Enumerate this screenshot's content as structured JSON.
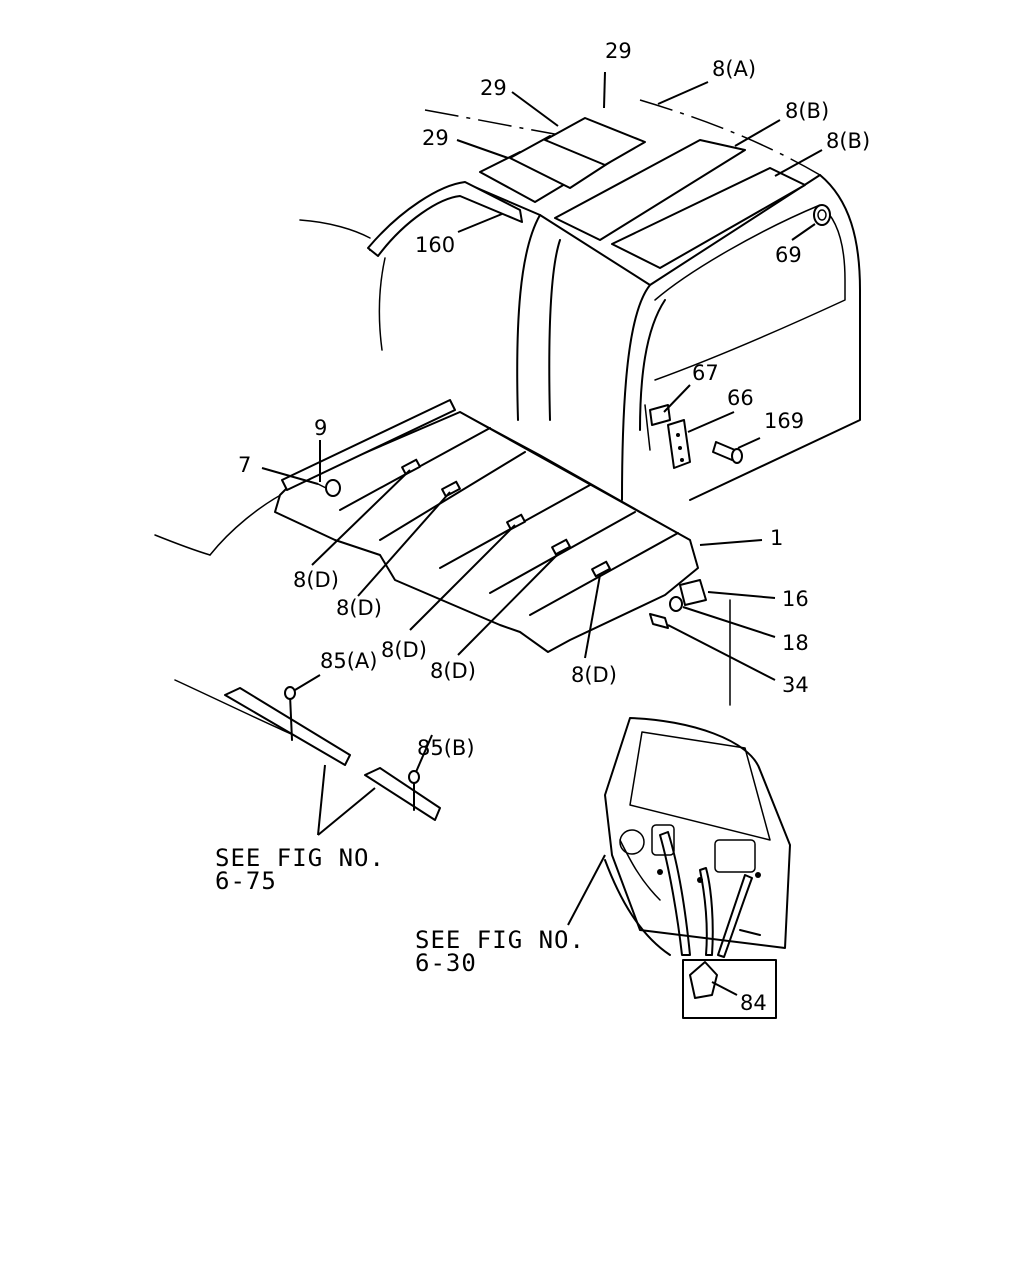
{
  "callouts": {
    "c29a": "29",
    "c29b": "29",
    "c29c": "29",
    "c8A": "8(A)",
    "c8B1": "8(B)",
    "c8B2": "8(B)",
    "c160": "160",
    "c69": "69",
    "c67": "67",
    "c66": "66",
    "c169": "169",
    "c9": "9",
    "c7": "7",
    "c1": "1",
    "c8D1": "8(D)",
    "c8D2": "8(D)",
    "c8D3": "8(D)",
    "c8D4": "8(D)",
    "c8D5": "8(D)",
    "c16": "16",
    "c18": "18",
    "c34": "34",
    "c85A": "85(A)",
    "c85B": "85(B)",
    "c84": "84"
  },
  "references": {
    "fig675_line1": "SEE FIG NO.",
    "fig675_line2": "6-75",
    "fig630_line1": "SEE FIG NO.",
    "fig630_line2": "6-30"
  }
}
